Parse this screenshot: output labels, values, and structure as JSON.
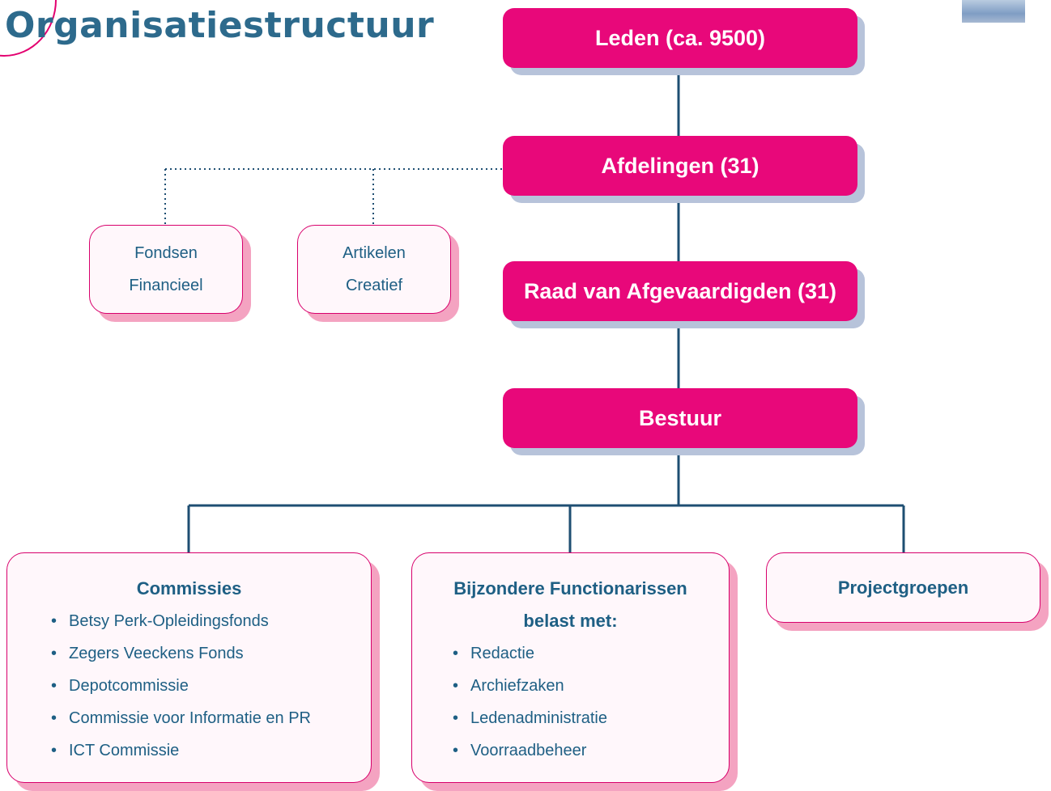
{
  "title": "Organisatiestructuur",
  "colors": {
    "accent": "#e8087a",
    "text": "#1e5f84",
    "line": "#1e4e72"
  },
  "hierarchy": {
    "leden": "Leden (ca. 9500)",
    "afdelingen": "Afdelingen (31)",
    "raad": "Raad van Afgevaardigden (31)",
    "bestuur": "Bestuur"
  },
  "side_boxes": {
    "fondsen": {
      "line1": "Fondsen",
      "line2": "Financieel"
    },
    "artikelen": {
      "line1": "Artikelen",
      "line2": "Creatief"
    }
  },
  "commissies": {
    "heading": "Commissies",
    "items": [
      "Betsy Perk-Opleidingsfonds",
      "Zegers Veeckens Fonds",
      "Depotcommissie",
      "Commissie voor Informatie en PR",
      "ICT Commissie"
    ]
  },
  "functionarissen": {
    "heading_line1": "Bijzondere Functionarissen",
    "heading_line2": "belast met:",
    "items": [
      "Redactie",
      "Archiefzaken",
      "Ledenadministratie",
      "Voorraadbeheer"
    ]
  },
  "projectgroepen": {
    "heading": "Projectgroepen"
  }
}
